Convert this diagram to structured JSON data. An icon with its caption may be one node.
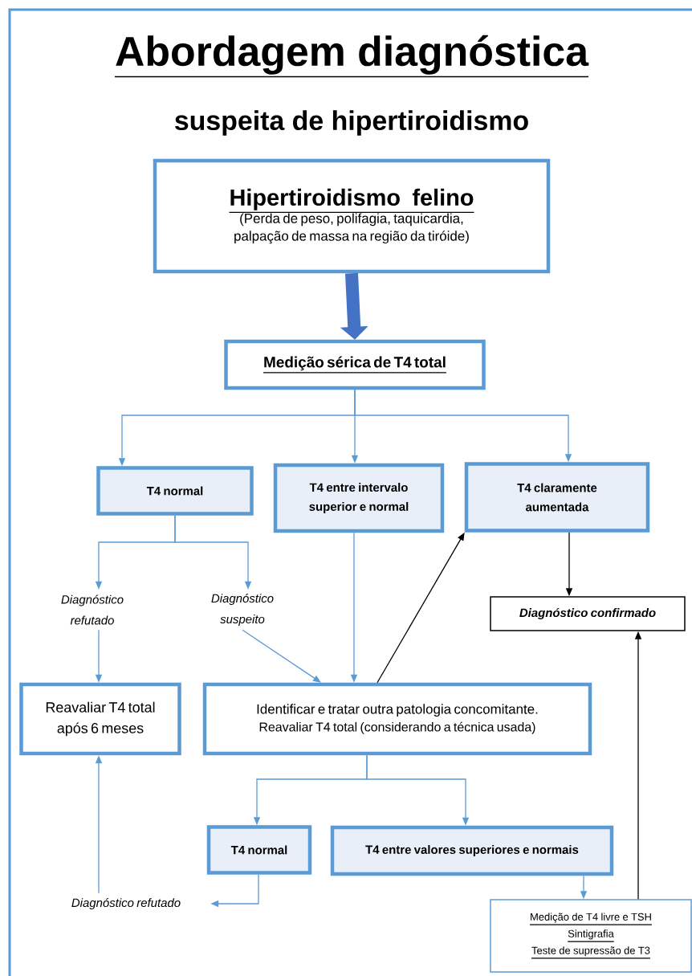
{
  "diagram": {
    "title": "Abordagem diagnóstica",
    "nodes": [
      {
        "text": [
          "Hipertiroidismo felino",
          "(Perda de peso, polifagia, taquicardia, palpação de massa na região da tiróide)"
        ]
      },
      {
        "text": [
          "Medição sérica de T4 total"
        ]
      },
      {
        "text": [
          "T4 normal"
        ]
      },
      {
        "text": [
          "T4 entre intervalo superior e normal"
        ]
      },
      {
        "text": [
          "T4 claramente aumentada"
        ]
      },
      {
        "text": [
          "Diagnóstico refutado"
        ]
      },
      {
        "text": [
          "Diagnóstico suspeito"
        ]
      },
      {
        "text": [
          "Diagnóstico confirmado"
        ]
      },
      {
        "text": [
          "Reavaliar T4 total após 6 meses"
        ]
      },
      {
        "text": [
          "Identificar e tratar outra patologia concomitante.",
          "Reavaliar T4 total (considerando a técnica usada)"
        ]
      },
      {
        "text": [
          "T4 normal"
        ]
      },
      {
        "text": [
          "T4 entre valores superiores e normais"
        ]
      },
      {
        "text": [
          "Diagnóstico refutado"
        ]
      },
      {
        "text": [
          "Medição de T4 livre e TSH",
          "Sintigrafia",
          "Teste de supressão de T3"
        ]
      }
    ],
    "edges": [
      {
        "from": 0,
        "to": 1,
        "arrow": "to",
        "style": "thick",
        "color": "#4472c4"
      },
      {
        "from": 1,
        "to": 2,
        "arrow": "to"
      },
      {
        "from": 1,
        "to": 3,
        "arrow": "to"
      },
      {
        "from": 1,
        "to": 4,
        "arrow": "to"
      },
      {
        "from": 2,
        "to": 5,
        "arrow": "to"
      },
      {
        "from": 2,
        "to": 6,
        "arrow": "to"
      },
      {
        "from": 5,
        "to": 8,
        "arrow": "to"
      },
      {
        "from": 6,
        "to": 9,
        "arrow": "to"
      },
      {
        "from": 3,
        "to": 9,
        "arrow": "to"
      },
      {
        "from": 9,
        "to": 4,
        "arrow": "to",
        "color": "#000000"
      },
      {
        "from": 4,
        "to": 7,
        "arrow": "to",
        "color": "#000000"
      },
      {
        "from": 13,
        "to": 7,
        "arrow": "to",
        "color": "#000000"
      },
      {
        "from": 9,
        "to": 10,
        "arrow": "to"
      },
      {
        "from": 9,
        "to": 11,
        "arrow": "to"
      },
      {
        "from": 10,
        "to": 12,
        "arrow": "to"
      },
      {
        "from": 12,
        "to": 8,
        "arrow": "to"
      },
      {
        "from": 11,
        "to": 13,
        "arrow": "to"
      }
    ],
    "labels": [
      "suspeita de hipertiroidismo"
    ]
  }
}
